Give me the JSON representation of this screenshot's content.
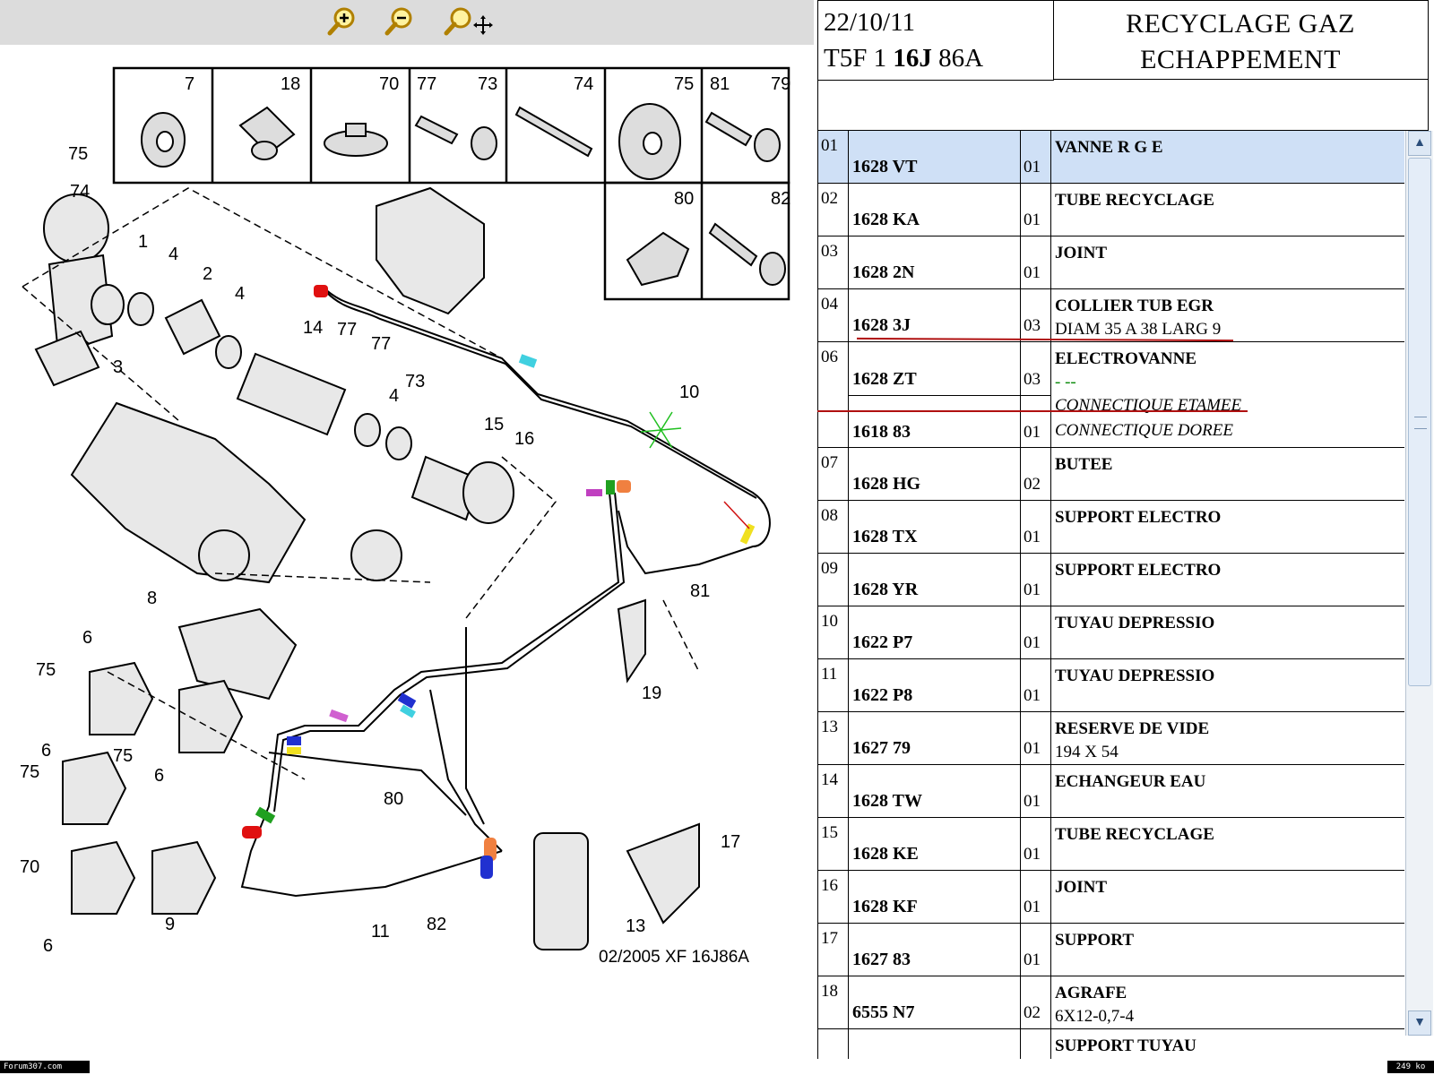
{
  "toolbar": {
    "icons": [
      "zoom-in-icon",
      "zoom-out-icon",
      "zoom-pan-icon"
    ]
  },
  "diagram": {
    "part_labels": [
      "75",
      "74",
      "1",
      "4",
      "2",
      "4",
      "3",
      "14",
      "77",
      "77",
      "4",
      "73",
      "15",
      "16",
      "10",
      "8",
      "81",
      "19",
      "6",
      "75",
      "75",
      "6",
      "6",
      "75",
      "80",
      "17",
      "70",
      "9",
      "11",
      "82",
      "13",
      "6"
    ],
    "inset_labels": [
      "7",
      "18",
      "70",
      "77",
      "73",
      "74",
      "75",
      "81",
      "79",
      "80",
      "82"
    ],
    "footer": "02/2005   XF 16J86A"
  },
  "header": {
    "date": "22/10/11",
    "model_prefix": "T5F 1 ",
    "model_bold": "16J",
    "model_suffix": " 86A",
    "title_line1": "RECYCLAGE GAZ",
    "title_line2": "ECHAPPEMENT"
  },
  "parts": [
    {
      "num": "01",
      "ref": "1628 VT",
      "qty": "01",
      "desc": "VANNE R G E",
      "desc2": ""
    },
    {
      "num": "02",
      "ref": "1628 KA",
      "qty": "01",
      "desc": "TUBE RECYCLAGE",
      "desc2": ""
    },
    {
      "num": "03",
      "ref": "1628 2N",
      "qty": "01",
      "desc": "JOINT",
      "desc2": ""
    },
    {
      "num": "04",
      "ref": "1628 3J",
      "qty": "03",
      "desc": "COLLIER TUB EGR",
      "desc2": "DIAM 35 A 38 LARG 9"
    },
    {
      "num": "06",
      "ref": "1628 ZT",
      "qty": "03",
      "desc": "ELECTROVANNE",
      "desc2": "- --",
      "desc3": "CONNECTIQUE ETAMEE",
      "ref_b": "1618 83",
      "qty_b": "01",
      "desc_b": "CONNECTIQUE DOREE"
    },
    {
      "num": "07",
      "ref": "1628 HG",
      "qty": "02",
      "desc": "BUTEE",
      "desc2": ""
    },
    {
      "num": "08",
      "ref": "1628 TX",
      "qty": "01",
      "desc": "SUPPORT ELECTRO",
      "desc2": ""
    },
    {
      "num": "09",
      "ref": "1628 YR",
      "qty": "01",
      "desc": "SUPPORT ELECTRO",
      "desc2": ""
    },
    {
      "num": "10",
      "ref": "1622 P7",
      "qty": "01",
      "desc": "TUYAU DEPRESSIO",
      "desc2": ""
    },
    {
      "num": "11",
      "ref": "1622 P8",
      "qty": "01",
      "desc": "TUYAU DEPRESSIO",
      "desc2": ""
    },
    {
      "num": "13",
      "ref": "1627 79",
      "qty": "01",
      "desc": "RESERVE DE VIDE",
      "desc2": "194 X 54"
    },
    {
      "num": "14",
      "ref": "1628 TW",
      "qty": "01",
      "desc": "ECHANGEUR EAU",
      "desc2": ""
    },
    {
      "num": "15",
      "ref": "1628 KE",
      "qty": "01",
      "desc": "TUBE RECYCLAGE",
      "desc2": ""
    },
    {
      "num": "16",
      "ref": "1628 KF",
      "qty": "01",
      "desc": "JOINT",
      "desc2": ""
    },
    {
      "num": "17",
      "ref": "1627 83",
      "qty": "01",
      "desc": "SUPPORT",
      "desc2": ""
    },
    {
      "num": "18",
      "ref": "6555 N7",
      "qty": "02",
      "desc": "AGRAFE",
      "desc2": "6X12-0,7-4"
    },
    {
      "num": "",
      "ref": "",
      "qty": "",
      "desc": "SUPPORT TUYAU",
      "desc2": ""
    }
  ],
  "status": {
    "left": "Forum307.com",
    "right": "249 ko"
  },
  "colors": {
    "selected_row": "#cfe0f6",
    "annotation_red": "#b01010",
    "toolbar": "#dcdcdc"
  }
}
